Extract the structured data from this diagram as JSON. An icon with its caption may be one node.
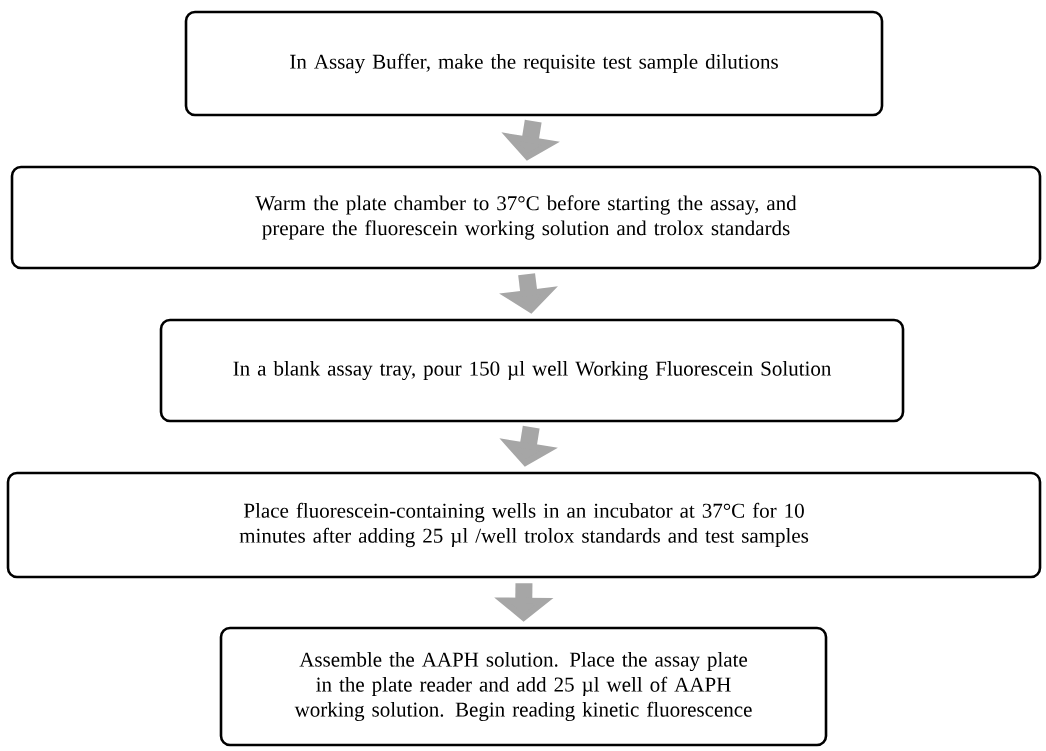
{
  "diagram": {
    "nodes": [
      {
        "text": [
          "In Assay Buffer, make the requisite test sample dilutions"
        ]
      },
      {
        "text": [
          "Warm the plate chamber to 37°C before starting the assay, and prepare the fluorescein working solution and trolox standards"
        ]
      },
      {
        "text": [
          "In a blank assay tray, pour 150 µl well Working Fluorescein Solution"
        ]
      },
      {
        "text": [
          "Place fluorescein-containing wells in an incubator at 37°C for 10 minutes after adding 25 µl /well trolox standards and test samples"
        ]
      },
      {
        "text": [
          "Assemble the AAPH solution. Place the assay plate in the plate reader and add 25 µl well of AAPH working solution. Begin reading kinetic fluorescence"
        ]
      }
    ],
    "edges": [
      {
        "from": 0,
        "to": 1,
        "arrow": "to"
      },
      {
        "from": 1,
        "to": 2,
        "arrow": "to"
      },
      {
        "from": 2,
        "to": 3,
        "arrow": "to"
      },
      {
        "from": 3,
        "to": 4,
        "arrow": "to"
      }
    ]
  }
}
